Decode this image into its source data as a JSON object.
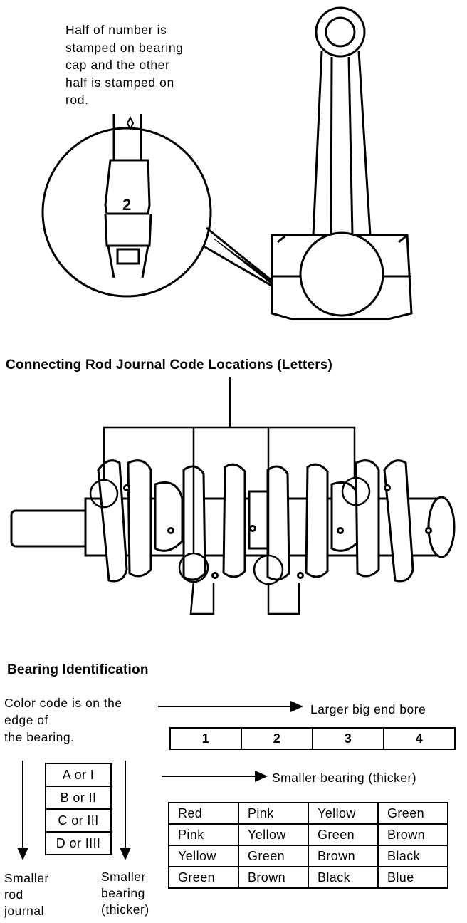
{
  "rod_note": "Half of number is\nstamped on bearing\ncap and the other\nhalf is stamped on\nrod.",
  "crank_heading": "Connecting Rod Journal Code Locations (Letters)",
  "bearing_heading": "Bearing Identification",
  "color_note": "Color code is on the\nedge of\nthe bearing.",
  "larger_bore": "Larger big end bore",
  "smaller_bearing_top": "Smaller bearing (thicker)",
  "bore_sizes": [
    "1",
    "2",
    "3",
    "4"
  ],
  "journal_codes": [
    "A or I",
    "B or II",
    "C or III",
    "D or IIII"
  ],
  "color_grid": [
    [
      "Red",
      "Pink",
      "Yellow",
      "Green"
    ],
    [
      "Pink",
      "Yellow",
      "Green",
      "Brown"
    ],
    [
      "Yellow",
      "Green",
      "Brown",
      "Black"
    ],
    [
      "Green",
      "Brown",
      "Black",
      "Blue"
    ]
  ],
  "smaller_rod_journal": "Smaller\nrod\njournal",
  "smaller_bearing_side": "Smaller\nbearing\n(thicker)"
}
